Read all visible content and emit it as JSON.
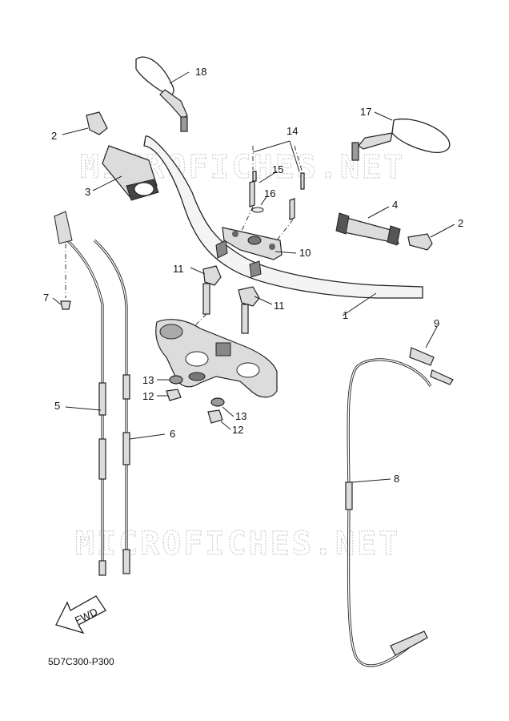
{
  "watermark": "MICROFICHES.NET",
  "diagram_code": "5D7C300-P300",
  "fwd_label": "FWD",
  "callouts": {
    "n1": "1",
    "n2a": "2",
    "n2b": "2",
    "n3": "3",
    "n4": "4",
    "n5": "5",
    "n6": "6",
    "n7": "7",
    "n8": "8",
    "n9": "9",
    "n10": "10",
    "n11a": "11",
    "n11b": "11",
    "n12a": "12",
    "n12b": "12",
    "n13a": "13",
    "n13b": "13",
    "n14": "14",
    "n15": "15",
    "n16": "16",
    "n17": "17",
    "n18": "18"
  }
}
